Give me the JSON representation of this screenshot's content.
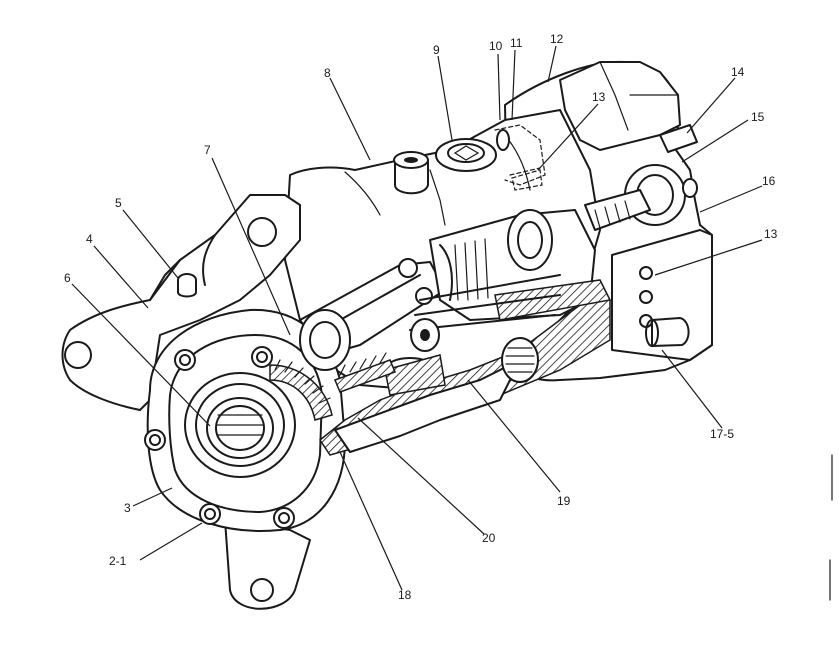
{
  "callouts": [
    {
      "id": "c1",
      "text": "10"
    },
    {
      "id": "c2",
      "text": "11"
    },
    {
      "id": "c3",
      "text": "12"
    },
    {
      "id": "c4",
      "text": "9"
    },
    {
      "id": "c5",
      "text": "8"
    },
    {
      "id": "c6",
      "text": "13"
    },
    {
      "id": "c7",
      "text": "14"
    },
    {
      "id": "c8",
      "text": "15"
    },
    {
      "id": "c9",
      "text": "16"
    },
    {
      "id": "c10",
      "text": "7"
    },
    {
      "id": "c11",
      "text": "5"
    },
    {
      "id": "c12",
      "text": "13"
    },
    {
      "id": "c13",
      "text": "4"
    },
    {
      "id": "c14",
      "text": "6"
    },
    {
      "id": "c15",
      "text": "17-5"
    },
    {
      "id": "c16",
      "text": "19"
    },
    {
      "id": "c17",
      "text": "3"
    },
    {
      "id": "c18",
      "text": "20"
    },
    {
      "id": "c19",
      "text": "2-1"
    },
    {
      "id": "c20",
      "text": "18"
    }
  ]
}
